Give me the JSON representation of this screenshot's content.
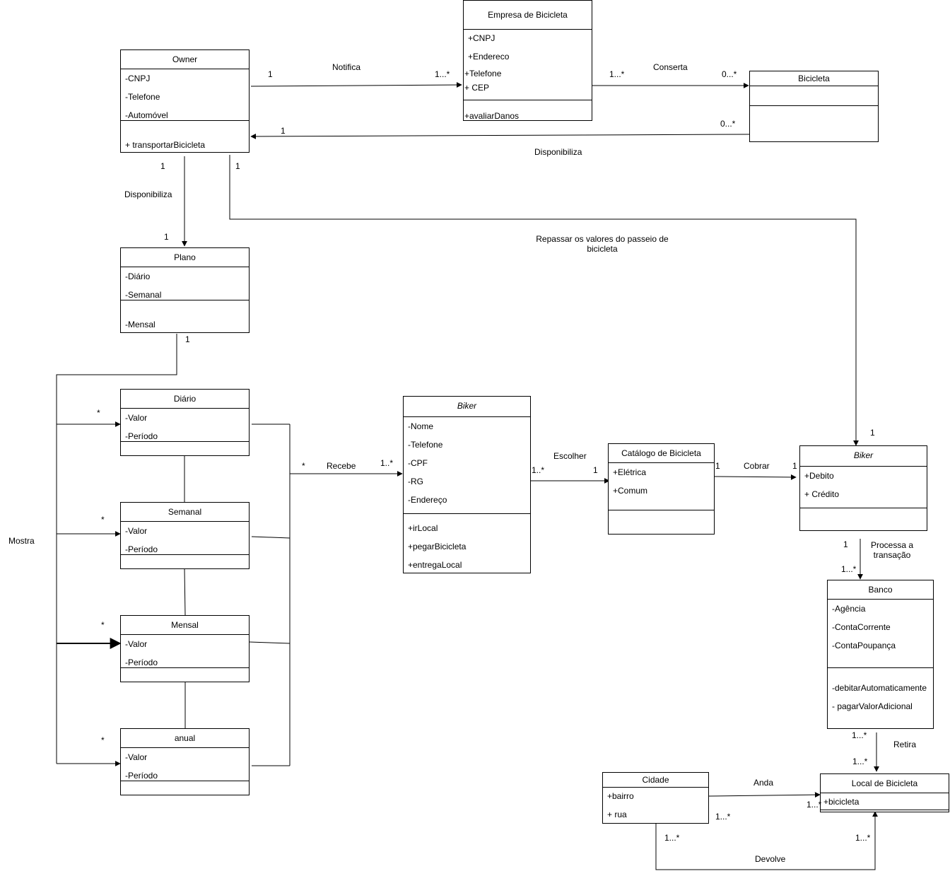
{
  "classes": {
    "owner": {
      "name": "Owner",
      "attributes": [
        "-CNPJ",
        "-Telefone",
        "-Automóvel"
      ],
      "operations": [
        "+  transportarBicicleta"
      ]
    },
    "empresa": {
      "name": "Empresa de Bicicleta",
      "attributes": [
        "+CNPJ",
        "+Endereco",
        "+Telefone",
        "+ CEP"
      ],
      "operations": [
        "+avaliarDanos"
      ]
    },
    "bicicleta": {
      "name": "Bicicleta",
      "attributes": [],
      "operations": []
    },
    "plano": {
      "name": "Plano",
      "attributes": [
        "-Diário",
        "-Semanal"
      ],
      "operations": [
        "-Mensal"
      ]
    },
    "diario": {
      "name": "Diário",
      "attributes": [
        "-Valor",
        "-Período"
      ],
      "operations": []
    },
    "semanal": {
      "name": "Semanal",
      "attributes": [
        "-Valor",
        "-Período"
      ],
      "operations": []
    },
    "mensal": {
      "name": "Mensal",
      "attributes": [
        "-Valor",
        "-Período"
      ],
      "operations": []
    },
    "anual": {
      "name": "anual",
      "attributes": [
        "-Valor",
        "-Período"
      ],
      "operations": []
    },
    "biker": {
      "name": "Biker",
      "attributes": [
        "-Nome",
        "-Telefone",
        "-CPF",
        "-RG",
        "-Endereço"
      ],
      "operations": [
        "+irLocal",
        "+pegarBicicleta",
        "+entregaLocal"
      ]
    },
    "catalogo": {
      "name": "Catálogo de Bicicleta",
      "attributes": [
        "+Elétrica",
        "+Comum"
      ],
      "operations": []
    },
    "biker2": {
      "name": "Biker",
      "attributes": [
        "+Debito",
        "+ Crédito"
      ],
      "operations": []
    },
    "banco": {
      "name": "Banco",
      "attributes": [
        "-Agência",
        "-ContaCorrente",
        "-ContaPoupança"
      ],
      "operations": [
        "-debitarAutomaticamente",
        "- pagarValorAdicional"
      ]
    },
    "cidade": {
      "name": "Cidade",
      "attributes": [
        "+bairro",
        "+ rua"
      ],
      "operations": []
    },
    "local": {
      "name": "Local de Bicicleta",
      "attributes": [
        "+bicicleta"
      ],
      "operations": []
    }
  },
  "associations": {
    "notifica": "Notifica",
    "conserta": "Conserta",
    "disponibiliza_bicicleta": "Disponibiliza",
    "disponibiliza_plano": "Disponibiliza",
    "repassar": "Repassar os valores do passeio de bicicleta",
    "recebe": "Recebe",
    "mostra": "Mostra",
    "escolher": "Escolher",
    "cobrar": "Cobrar",
    "processa": "Processa a transação",
    "retira": "Retira",
    "anda": "Anda",
    "devolve": "Devolve"
  },
  "multiplicities": {
    "owner_notifica": "1",
    "empresa_notifica": "1...*",
    "empresa_conserta": "1...*",
    "bicicleta_conserta": "0...*",
    "bicicleta_disponibiliza": "0...*",
    "owner_disponibiliza": "1",
    "owner_plano": "1",
    "plano_owner": "1",
    "owner_repassar": "1",
    "plano_mostra": "1",
    "diario_star": "*",
    "semanal_star": "*",
    "mensal_star": "*",
    "anual_star": "*",
    "recebe_star": "*",
    "biker_recebe": "1..*",
    "biker_escolher": "1..*",
    "catalogo_escolher": "1",
    "catalogo_cobrar": "1",
    "biker2_cobrar": "1",
    "biker2_repassar": "1",
    "biker2_processa": "1",
    "banco_processa": "1...*",
    "banco_retira": "1...*",
    "local_retira": "1...*",
    "local_anda": "1...*",
    "cidade_anda": "1...*",
    "cidade_devolve": "1...*",
    "local_devolve": "1...*"
  }
}
